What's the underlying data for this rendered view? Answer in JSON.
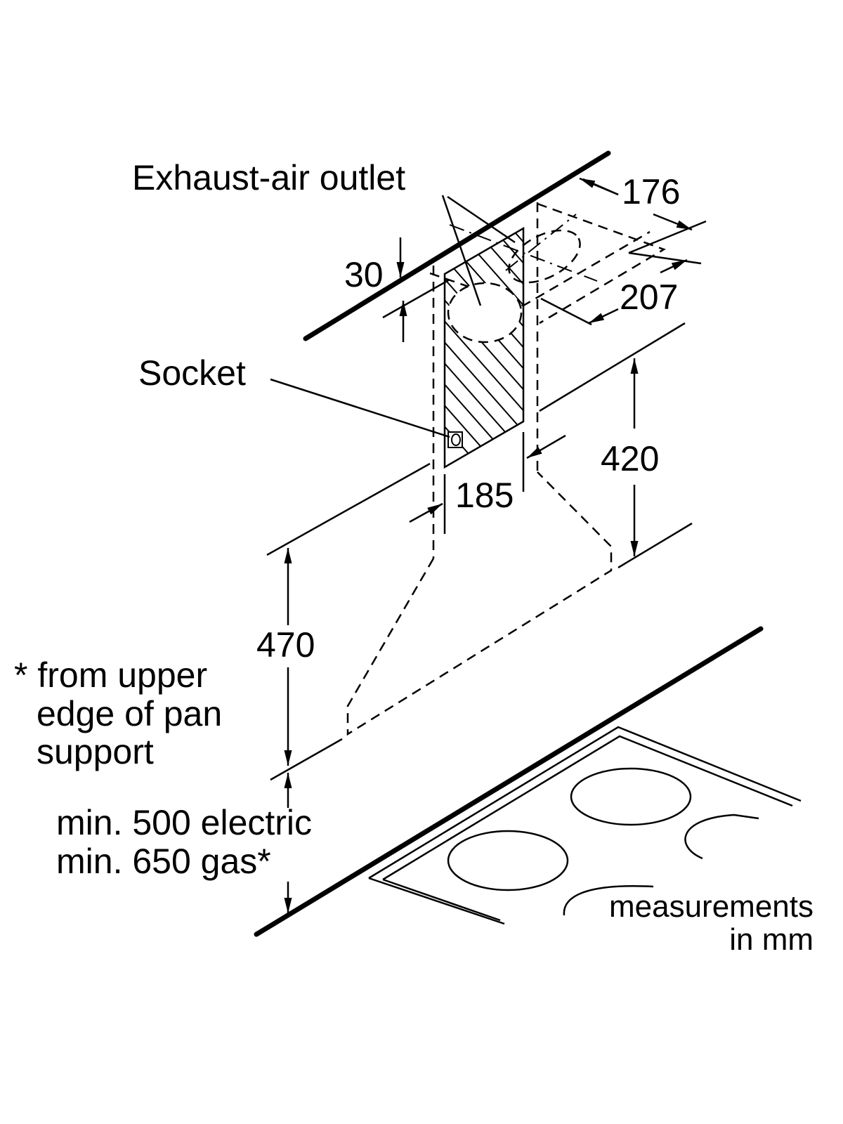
{
  "labels": {
    "exhaust": "Exhaust-air outlet",
    "socket": "Socket"
  },
  "dimensions": {
    "d176": "176",
    "d207": "207",
    "d30": "30",
    "d420": "420",
    "d185": "185",
    "d470": "470"
  },
  "notes": {
    "pan_support": [
      "* from upper",
      "edge of pan",
      "support"
    ],
    "min_electric": "min. 500 electric",
    "min_gas": "min. 650 gas*",
    "units": [
      "measurements",
      "in mm"
    ]
  }
}
